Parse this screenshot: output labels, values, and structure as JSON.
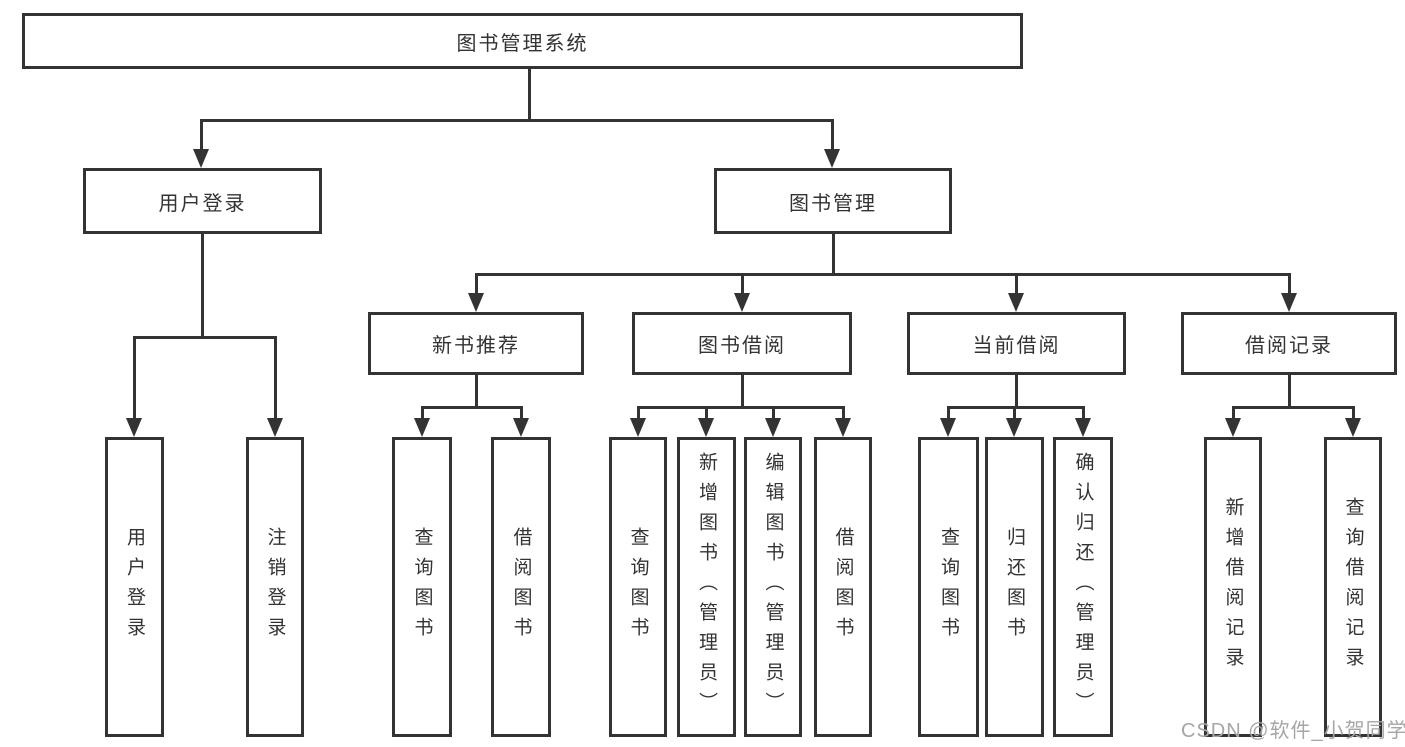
{
  "diagram": {
    "root": {
      "label": "图书管理系统"
    },
    "groups": [
      {
        "label": "用户登录",
        "leaves": [
          "用户登录",
          "注销登录"
        ]
      },
      {
        "label": "图书管理",
        "sections": [
          {
            "label": "新书推荐",
            "leaves": [
              "查询图书",
              "借阅图书"
            ]
          },
          {
            "label": "图书借阅",
            "leaves": [
              "查询图书",
              "新增图书（管理员）",
              "编辑图书（管理员）",
              "借阅图书"
            ]
          },
          {
            "label": "当前借阅",
            "leaves": [
              "查询图书",
              "归还图书",
              "确认归还（管理员）"
            ]
          },
          {
            "label": "借阅记录",
            "leaves": [
              "新增借阅记录",
              "查询借阅记录"
            ]
          }
        ]
      }
    ]
  },
  "watermark": {
    "text": "CSDN @软件_小贺同学"
  },
  "colors": {
    "line": "#333333",
    "text": "#333333",
    "watermark": "#a6a6a6",
    "background": "#ffffff"
  }
}
